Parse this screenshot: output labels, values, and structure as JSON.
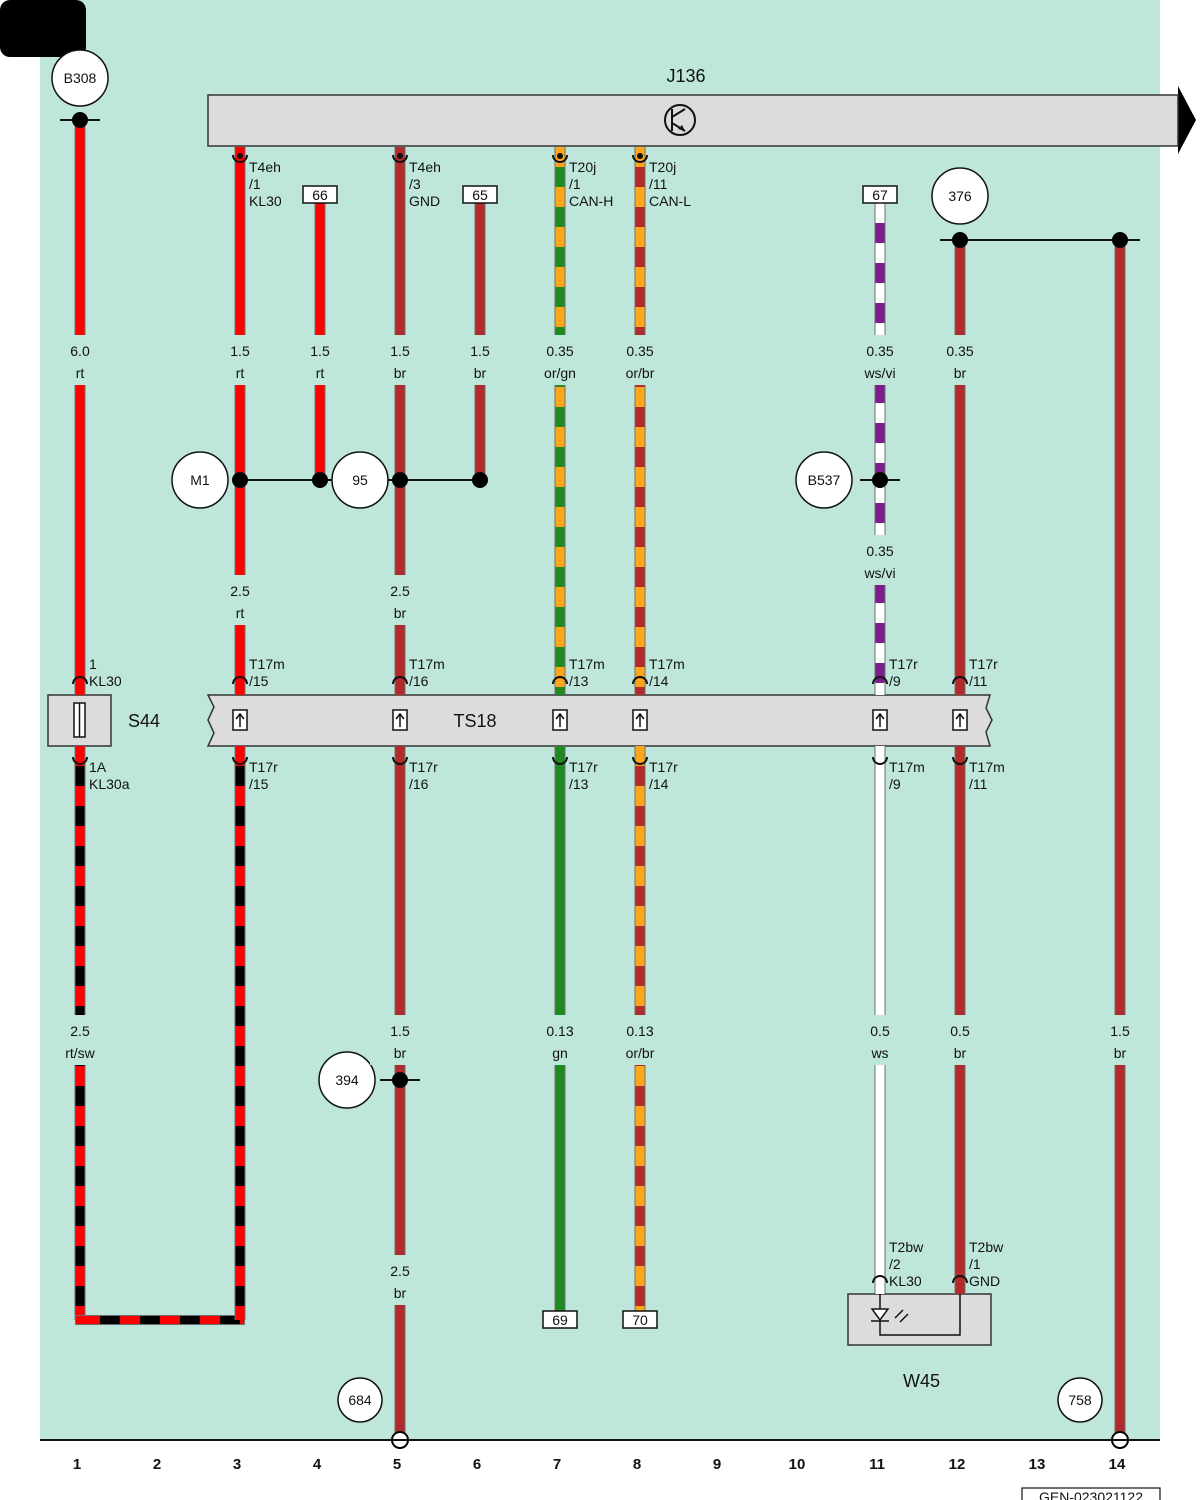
{
  "doc_code": "GEN-023021122",
  "colors": {
    "background": "#bfe6da",
    "module_fill": "#dcdcdc",
    "rt": "#ff0000",
    "br": "#b22a2a",
    "sw": "#000000",
    "or": "#ffa61a",
    "gn": "#1f8a1f",
    "ws": "#ffffff",
    "vi": "#7a1f8c"
  },
  "components": {
    "control_unit": "J136",
    "terminal_strip": "TS18",
    "fuse": "S44",
    "light": "W45"
  },
  "circles": {
    "b308": "B308",
    "m1": "M1",
    "c95": "95",
    "b537": "B537",
    "c376": "376",
    "c394": "394",
    "c684": "684",
    "c758": "758"
  },
  "refs": {
    "r66": "66",
    "r65": "65",
    "r67": "67",
    "r69": "69",
    "r70": "70"
  },
  "pins": {
    "j136_1": [
      "T4eh",
      "/1",
      "KL30"
    ],
    "j136_3": [
      "T4eh",
      "/3",
      "GND"
    ],
    "j136_7": [
      "T20j",
      "/1",
      "CAN-H"
    ],
    "j136_8": [
      "T20j",
      "/11",
      "CAN-L"
    ],
    "s44_top": [
      "1",
      "KL30"
    ],
    "s44_bot": [
      "1A",
      "KL30a"
    ],
    "ts_top_3": [
      "T17m",
      "/15"
    ],
    "ts_top_5": [
      "T17m",
      "/16"
    ],
    "ts_top_7": [
      "T17m",
      "/13"
    ],
    "ts_top_8": [
      "T17m",
      "/14"
    ],
    "ts_top_11": [
      "T17r",
      "/9"
    ],
    "ts_top_12": [
      "T17r",
      "/11"
    ],
    "ts_bot_3": [
      "T17r",
      "/15"
    ],
    "ts_bot_5": [
      "T17r",
      "/16"
    ],
    "ts_bot_7": [
      "T17r",
      "/13"
    ],
    "ts_bot_8": [
      "T17r",
      "/14"
    ],
    "ts_bot_11": [
      "T17m",
      "/9"
    ],
    "ts_bot_12": [
      "T17m",
      "/11"
    ],
    "w45_11": [
      "T2bw",
      "/2",
      "KL30"
    ],
    "w45_12": [
      "T2bw",
      "/1",
      "GND"
    ]
  },
  "wire_labels": [
    {
      "id": "c1_top",
      "size": "6.0",
      "color": "rt"
    },
    {
      "id": "c3_top",
      "size": "1.5",
      "color": "rt"
    },
    {
      "id": "c4_top",
      "size": "1.5",
      "color": "rt"
    },
    {
      "id": "c5_top",
      "size": "1.5",
      "color": "br"
    },
    {
      "id": "c6_top",
      "size": "1.5",
      "color": "br"
    },
    {
      "id": "c7_top",
      "size": "0.35",
      "color": "or/gn"
    },
    {
      "id": "c8_top",
      "size": "0.35",
      "color": "or/br"
    },
    {
      "id": "c11_top",
      "size": "0.35",
      "color": "ws/vi"
    },
    {
      "id": "c12_top",
      "size": "0.35",
      "color": "br"
    },
    {
      "id": "c3_mid",
      "size": "2.5",
      "color": "rt"
    },
    {
      "id": "c5_mid",
      "size": "2.5",
      "color": "br"
    },
    {
      "id": "c11_mid",
      "size": "0.35",
      "color": "ws/vi"
    },
    {
      "id": "c1_bot",
      "size": "2.5",
      "color": "rt/sw"
    },
    {
      "id": "c5_bot",
      "size": "1.5",
      "color": "br"
    },
    {
      "id": "c7_bot",
      "size": "0.13",
      "color": "gn"
    },
    {
      "id": "c8_bot",
      "size": "0.13",
      "color": "or/br"
    },
    {
      "id": "c11_bot",
      "size": "0.5",
      "color": "ws"
    },
    {
      "id": "c12_bot",
      "size": "0.5",
      "color": "br"
    },
    {
      "id": "c14_bot",
      "size": "1.5",
      "color": "br"
    },
    {
      "id": "c5_low",
      "size": "2.5",
      "color": "br"
    }
  ],
  "columns": [
    "1",
    "2",
    "3",
    "4",
    "5",
    "6",
    "7",
    "8",
    "9",
    "10",
    "11",
    "12",
    "13",
    "14"
  ]
}
